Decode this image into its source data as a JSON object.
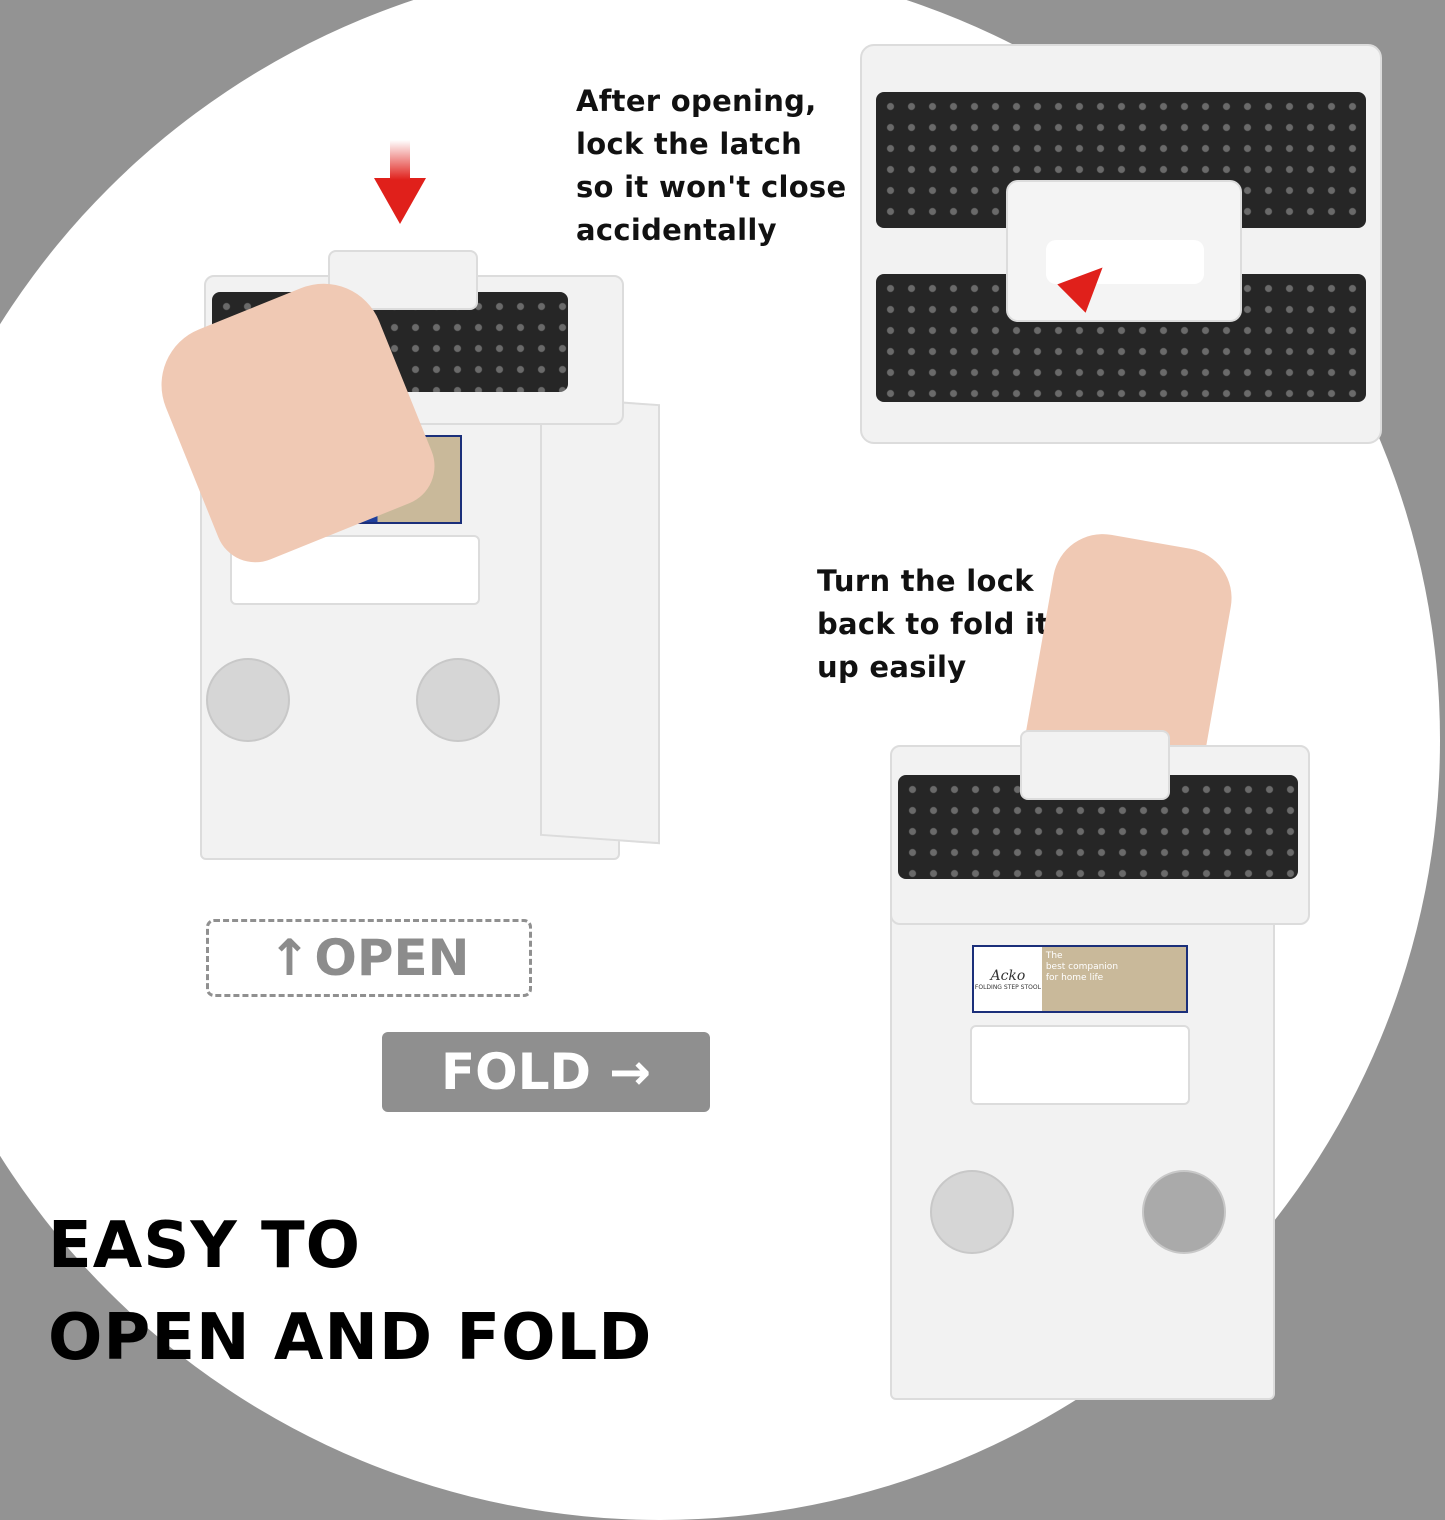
{
  "headline": {
    "line1": "EASY TO",
    "line2": "OPEN AND FOLD"
  },
  "captions": {
    "lock_latch": [
      "After opening,",
      "lock the latch",
      "so it won't close",
      "accidentally"
    ],
    "fold_up": [
      "Turn the lock",
      "back to fold it",
      "up easily"
    ]
  },
  "badges": {
    "open": {
      "icon": "↑",
      "label": "OPEN"
    },
    "fold": {
      "label": "FOLD",
      "icon": "→"
    }
  },
  "product_label": {
    "brand": "Acko",
    "subtitle": "FOLDING STEP STOOL",
    "tagline": [
      "The",
      "best companion",
      "for home life"
    ]
  },
  "colors": {
    "background_gray": "#939393",
    "mat_black": "#262626",
    "arrow_red": "#e0201b",
    "badge_gray": "#8f8f8f",
    "label_blue": "#1f3f9c"
  }
}
